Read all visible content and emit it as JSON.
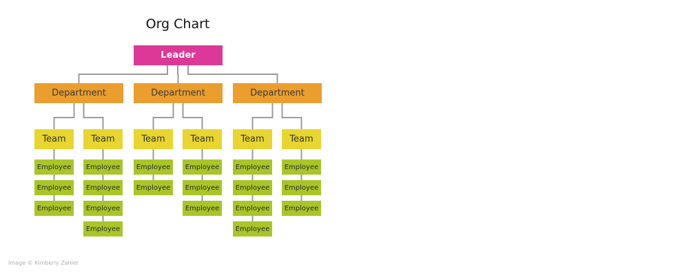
{
  "chart": {
    "title": "Org Chart",
    "credit": "Image © Kimberly Zahler"
  },
  "colors": {
    "leader": "#dd3797",
    "department": "#eb9d2e",
    "team": "#e8d52f",
    "employee": "#aac528",
    "connector": "#9b9b9b"
  },
  "tree": {
    "label": "Leader",
    "departments": [
      {
        "label": "Department",
        "teams": [
          {
            "label": "Team",
            "employees": [
              "Employee",
              "Employee",
              "Employee"
            ]
          },
          {
            "label": "Team",
            "employees": [
              "Employee",
              "Employee",
              "Employee",
              "Employee"
            ]
          }
        ]
      },
      {
        "label": "Department",
        "teams": [
          {
            "label": "Team",
            "employees": [
              "Employee",
              "Employee"
            ]
          },
          {
            "label": "Team",
            "employees": [
              "Employee",
              "Employee",
              "Employee"
            ]
          }
        ]
      },
      {
        "label": "Department",
        "teams": [
          {
            "label": "Team",
            "employees": [
              "Employee",
              "Employee",
              "Employee",
              "Employee"
            ]
          },
          {
            "label": "Team",
            "employees": [
              "Employee",
              "Employee",
              "Employee"
            ]
          }
        ]
      }
    ]
  }
}
